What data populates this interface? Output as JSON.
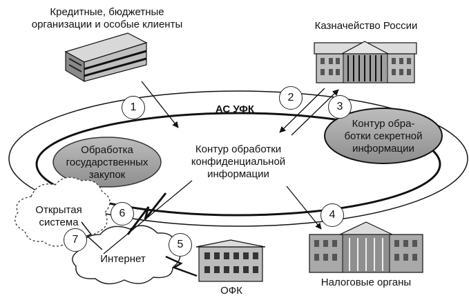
{
  "diagram": {
    "top_left_label": [
      "Кредитные, бюджетные",
      "организации и особые клиенты"
    ],
    "top_right_label": "Казначейство России",
    "ring_label": "АС УФК",
    "center_label": [
      "Контур обработки",
      "конфиденциальной",
      "информации"
    ],
    "left_oval_label": [
      "Обработка",
      "государственных",
      "закупок"
    ],
    "right_oval_label": [
      "Контур обра-",
      "ботки секретной",
      "информации"
    ],
    "open_system_label": [
      "Открытая",
      "система"
    ],
    "internet_label": "Интернет",
    "ofk_label": "ОФК",
    "tax_label": "Налоговые органы",
    "numbers": [
      "1",
      "2",
      "3",
      "4",
      "5",
      "6",
      "7"
    ]
  },
  "colors": {
    "oval_fill": "#a8a8a8",
    "building_fill": "#9a9a9a",
    "line": "#111111"
  },
  "icons": [
    "office-building-icon",
    "treasury-building-icon",
    "tax-building-icon",
    "ofk-building-icon",
    "cloud-icon",
    "lightning-icon"
  ]
}
